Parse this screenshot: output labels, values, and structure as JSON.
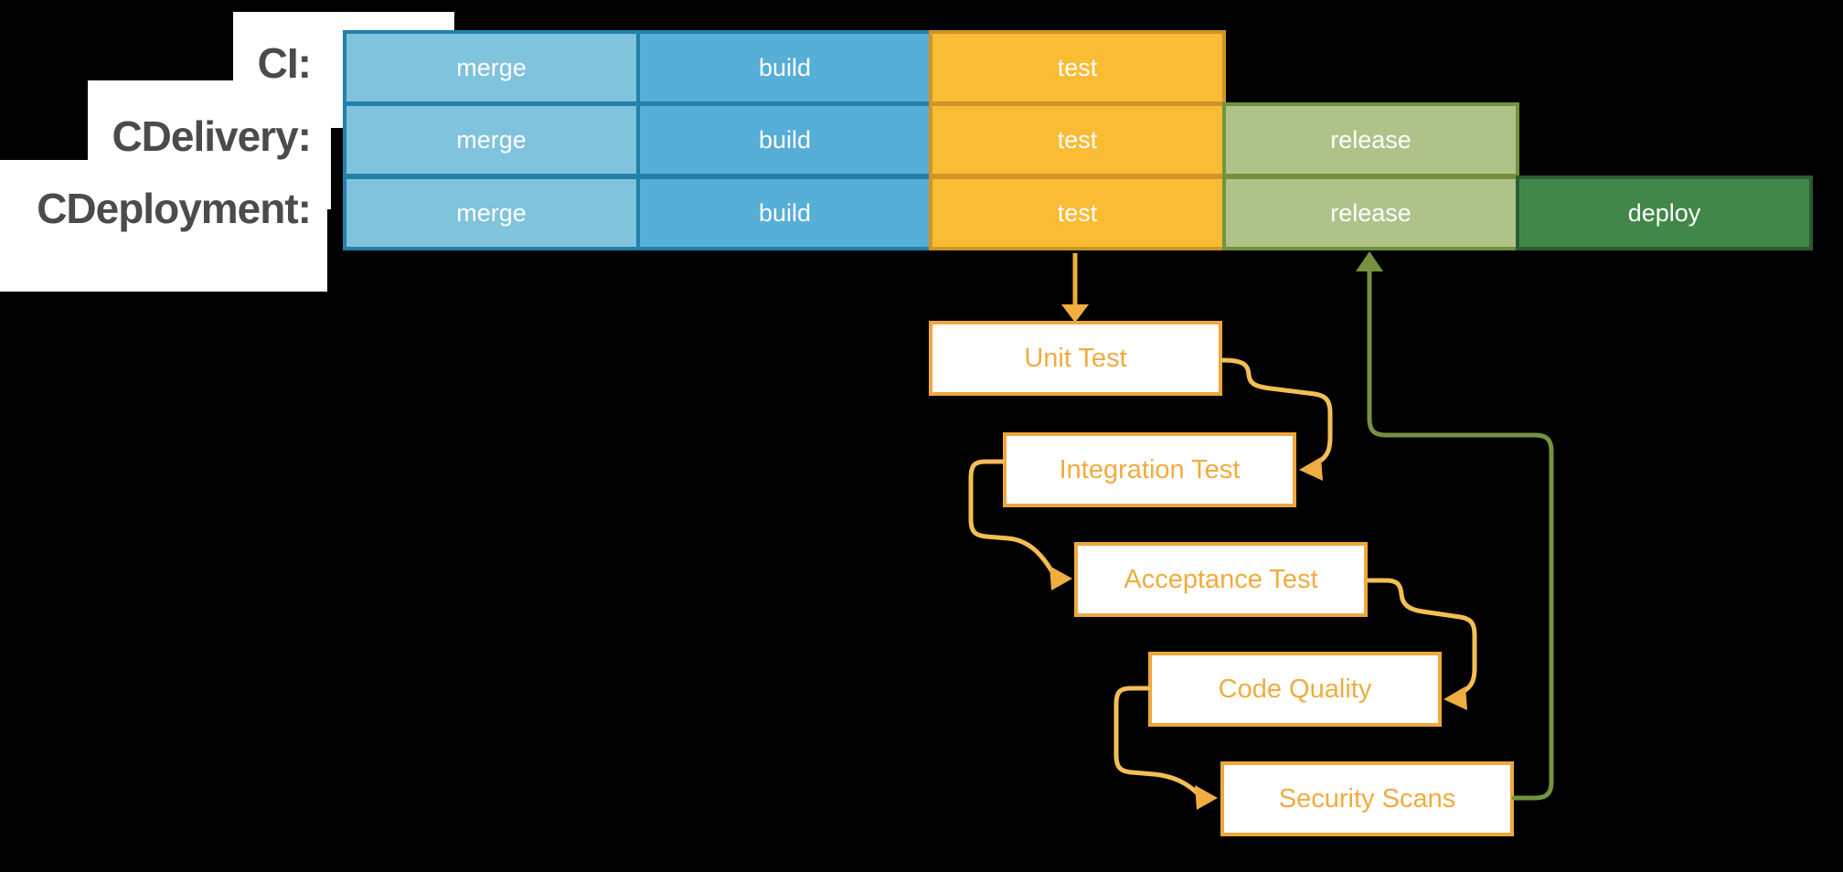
{
  "pipeline": {
    "label_color": "#4B4B4B",
    "plate_color": "#FFFFFF",
    "rows": [
      {
        "id": "ci",
        "label": "CI:",
        "stages": [
          "merge",
          "build",
          "test"
        ]
      },
      {
        "id": "cdelivery",
        "label": "CDelivery:",
        "stages": [
          "merge",
          "build",
          "test",
          "release"
        ]
      },
      {
        "id": "cdeployment",
        "label": "CDeployment:",
        "stages": [
          "merge",
          "build",
          "test",
          "release",
          "deploy"
        ]
      }
    ],
    "stage_styles": {
      "merge": {
        "fill": "#7FC3DC",
        "border": "#2380A8",
        "text_color": "#FFFFFF"
      },
      "build": {
        "fill": "#57AED6",
        "border": "#2380A8",
        "text_color": "#FFFFFF"
      },
      "test": {
        "fill": "#FABB35",
        "border": "#CE9526",
        "text_color": "#FFFFFF"
      },
      "release": {
        "fill": "#AFC389",
        "border": "#74923E",
        "text_color": "#FFFFFF"
      },
      "deploy": {
        "fill": "#418749",
        "border": "#2B5C31",
        "text_color": "#FFFFFF"
      }
    }
  },
  "flow": {
    "boxes": [
      {
        "id": "unit-test",
        "label": "Unit Test"
      },
      {
        "id": "integration-test",
        "label": "Integration Test"
      },
      {
        "id": "acceptance-test",
        "label": "Acceptance Test"
      },
      {
        "id": "code-quality",
        "label": "Code Quality"
      },
      {
        "id": "security-scans",
        "label": "Security Scans"
      }
    ],
    "style": {
      "box_border": "#EFA73C",
      "box_fill": "#FFFFFF",
      "text_color": "#F0AC3E",
      "connector": "#F4BE55",
      "arrow": "#EFAD42",
      "green_connector": "#75933F"
    }
  },
  "connections": [
    {
      "from": "test (CDeployment row)",
      "to": "Unit Test",
      "color_role": "orange"
    },
    {
      "from": "Unit Test",
      "to": "Integration Test",
      "color_role": "orange"
    },
    {
      "from": "Integration Test",
      "to": "Acceptance Test",
      "color_role": "orange"
    },
    {
      "from": "Acceptance Test",
      "to": "Code Quality",
      "color_role": "orange"
    },
    {
      "from": "Code Quality",
      "to": "Security Scans",
      "color_role": "orange"
    },
    {
      "from": "Security Scans",
      "to": "release (CDeployment row)",
      "color_role": "green"
    }
  ]
}
